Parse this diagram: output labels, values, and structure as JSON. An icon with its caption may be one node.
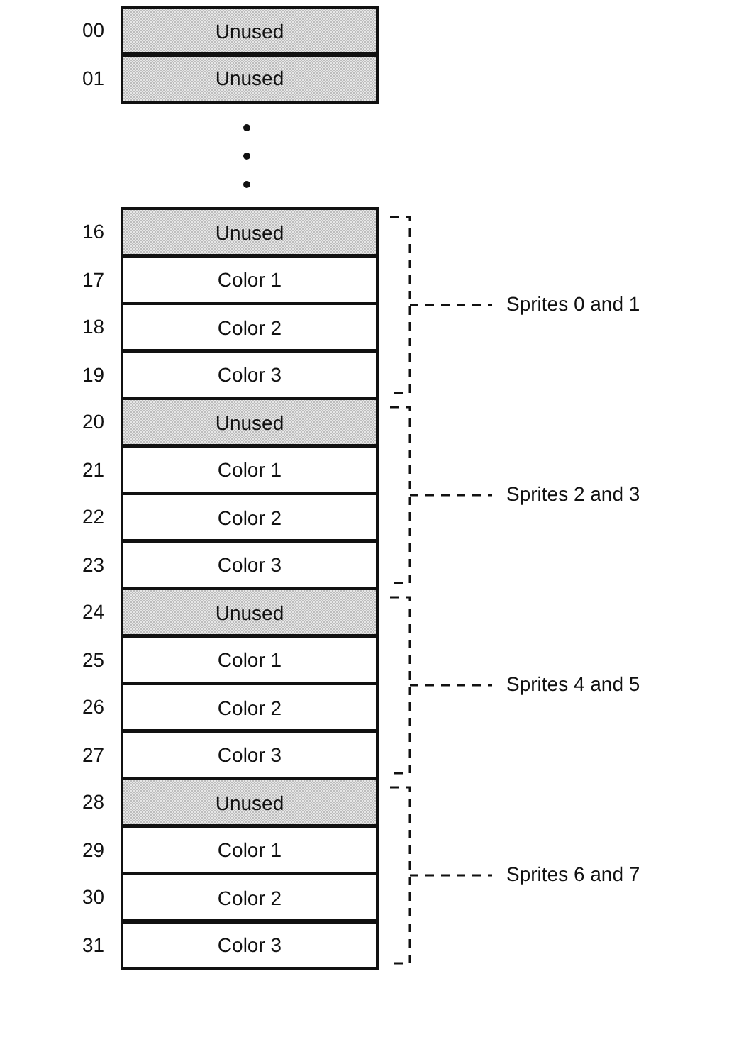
{
  "diagram": {
    "nodes": [
      {
        "text": [
          "Unused"
        ],
        "beside": [
          "00"
        ]
      },
      {
        "text": [
          "Unused"
        ],
        "beside": [
          "01"
        ]
      },
      {
        "text": [
          "Unused"
        ],
        "beside": [
          "16"
        ]
      },
      {
        "text": [
          "Color 1"
        ],
        "beside": [
          "17"
        ]
      },
      {
        "text": [
          "Color 2"
        ],
        "beside": [
          "18"
        ]
      },
      {
        "text": [
          "Color 3"
        ],
        "beside": [
          "19"
        ]
      },
      {
        "text": [
          "Unused"
        ],
        "beside": [
          "20"
        ]
      },
      {
        "text": [
          "Color 1"
        ],
        "beside": [
          "21"
        ]
      },
      {
        "text": [
          "Color 2"
        ],
        "beside": [
          "22"
        ]
      },
      {
        "text": [
          "Color 3"
        ],
        "beside": [
          "23"
        ]
      },
      {
        "text": [
          "Unused"
        ],
        "beside": [
          "24"
        ]
      },
      {
        "text": [
          "Color 1"
        ],
        "beside": [
          "25"
        ]
      },
      {
        "text": [
          "Color 2"
        ],
        "beside": [
          "26"
        ]
      },
      {
        "text": [
          "Color 3"
        ],
        "beside": [
          "27"
        ]
      },
      {
        "text": [
          "Unused"
        ],
        "beside": [
          "28"
        ]
      },
      {
        "text": [
          "Color 1"
        ],
        "beside": [
          "29"
        ]
      },
      {
        "text": [
          "Color 2"
        ],
        "beside": [
          "30"
        ]
      },
      {
        "text": [
          "Color 3"
        ],
        "beside": [
          "31"
        ]
      }
    ],
    "labels": [
      "Sprites 0 and 1",
      "Sprites 2 and 3",
      "Sprites 4 and 5",
      "Sprites 6 and 7"
    ]
  }
}
